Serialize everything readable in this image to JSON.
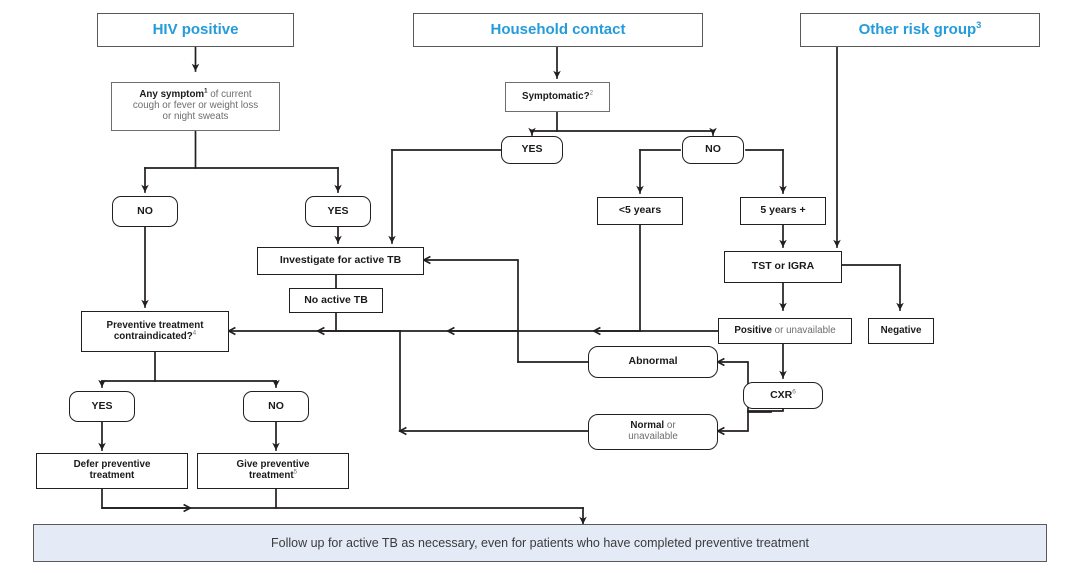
{
  "diagram": {
    "title": "TB preventive treatment decision algorithm",
    "accent_color": "#249BDB",
    "banner_fill": "#E4EAF6",
    "line_color": "#231f20",
    "nodes": {
      "hiv_positive": "HIV positive",
      "household_contact": "Household contact",
      "other_risk_group": "Other risk group",
      "other_risk_group_sup": "3",
      "any_symptom_bold": "Any symptom",
      "any_symptom_sup": "1",
      "any_symptom_rest": " of current",
      "any_symptom_line2": "cough or fever or weight loss",
      "any_symptom_line3": "or night sweats",
      "symptomatic": "Symptomatic?",
      "symptomatic_sup": "2",
      "hiv_no": "NO",
      "hiv_yes": "YES",
      "hh_yes": "YES",
      "hh_no": "NO",
      "under5": "<5 years",
      "over5": "5 years +",
      "tst_igra": "TST or IGRA",
      "investigate": "Investigate for active TB",
      "no_active_tb": "No active TB",
      "positive_bold": "Positive",
      "positive_rest": " or unavailable",
      "negative": "Negative",
      "abnormal": "Abnormal",
      "cxr": "CXR",
      "cxr_sup": "6",
      "normal_bold": "Normal",
      "normal_rest": " or",
      "normal_line2": "unavailable",
      "preventive_q_line1": "Preventive treatment",
      "preventive_q_line2": "contraindicated?",
      "preventive_q_sup": "4",
      "pt_yes": "YES",
      "pt_no": "NO",
      "defer_line1": "Defer preventive",
      "defer_line2": "treatment",
      "give_line1": "Give preventive",
      "give_line2": "treatment",
      "give_sup": "5",
      "followup": "Follow up for active TB as necessary, even for patients who have completed preventive treatment"
    }
  }
}
